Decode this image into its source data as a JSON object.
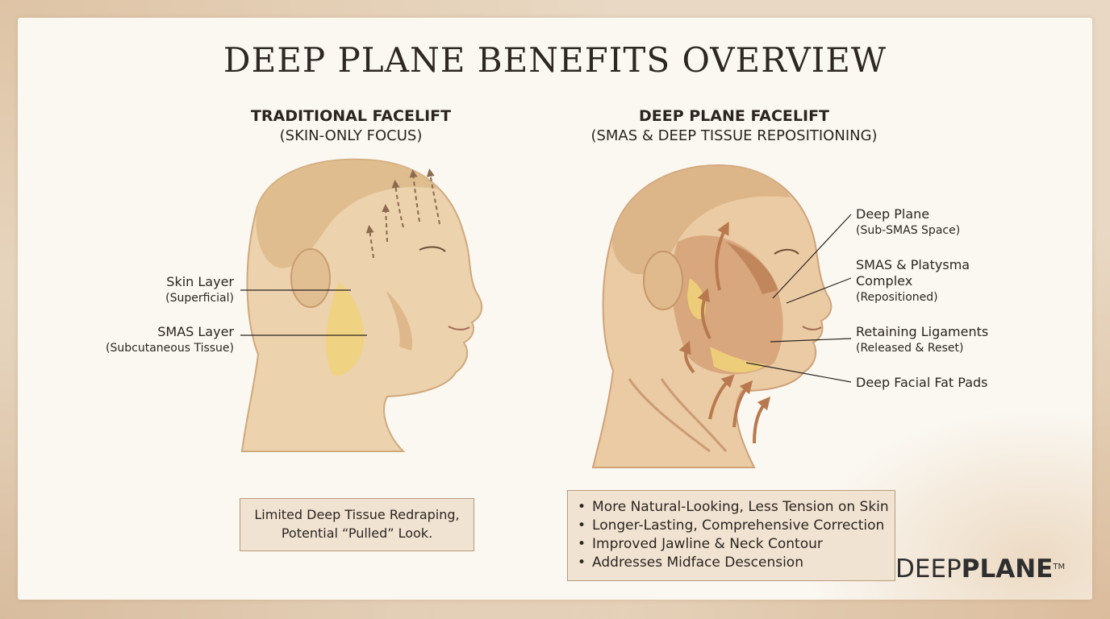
{
  "title": "DEEP PLANE BENEFITS OVERVIEW",
  "left_panel": {
    "heading": "TRADITIONAL FACELIFT",
    "subheading": "(SKIN-ONLY FOCUS)",
    "labels": [
      {
        "main": "Skin Layer",
        "sub": "(Superficial)"
      },
      {
        "main": "SMAS Layer",
        "sub": "(Subcutaneous Tissue)"
      }
    ],
    "note_lines": [
      "Limited Deep Tissue Redraping,",
      "Potential “Pulled” Look."
    ]
  },
  "right_panel": {
    "heading": "DEEP PLANE FACELIFT",
    "subheading": "(SMAS & DEEP TISSUE REPOSITIONING)",
    "labels": [
      {
        "main": "Deep Plane",
        "sub": "(Sub-SMAS Space)"
      },
      {
        "main": "SMAS & Platysma",
        "main2": "Complex",
        "sub": "(Repositioned)"
      },
      {
        "main": "Retaining Ligaments",
        "sub": "(Released & Reset)"
      },
      {
        "main": "Deep Facial Fat Pads"
      }
    ],
    "benefits": [
      "More Natural-Looking, Less Tension on Skin",
      "Longer-Lasting, Comprehensive Correction",
      "Improved Jawline & Neck Contour",
      "Addresses Midface Descension"
    ],
    "bullet": "•"
  },
  "logo": {
    "light": "DEEP",
    "bold": "PLANE",
    "tm": "TM"
  },
  "colors": {
    "paper": "#fbf8f2",
    "skin": "#e9c99f",
    "muscle": "#c98a5e",
    "fat": "#f0d27a",
    "arrow": "#b9794e",
    "box_fill": "#f1e3d2",
    "box_border": "#b79b7c"
  }
}
